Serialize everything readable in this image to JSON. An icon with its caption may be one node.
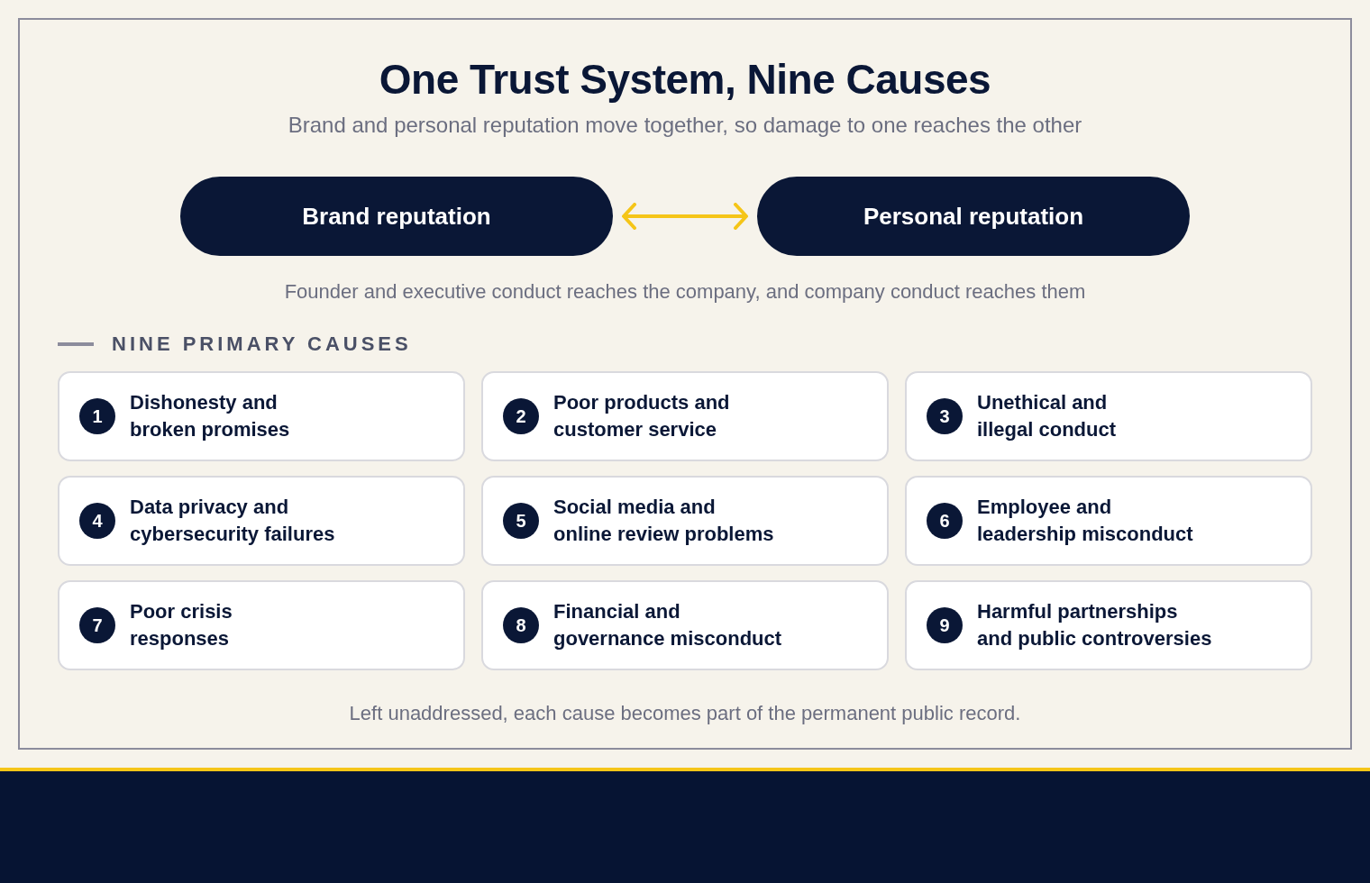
{
  "diagram": {
    "title": "One Trust System, Nine Causes",
    "nodes": [
      {
        "text": [
          "Brand reputation"
        ]
      },
      {
        "text": [
          "Personal reputation"
        ]
      },
      {
        "text": [
          "Dishonesty and broken promises"
        ]
      },
      {
        "text": [
          "1"
        ],
        "in": 2
      },
      {
        "text": [
          "Poor products and customer service"
        ]
      },
      {
        "text": [
          "2"
        ],
        "in": 4
      },
      {
        "text": [
          "Unethical and illegal conduct"
        ]
      },
      {
        "text": [
          "3"
        ],
        "in": 6
      },
      {
        "text": [
          "Data privacy and cybersecurity failures"
        ]
      },
      {
        "text": [
          "4"
        ],
        "in": 8
      },
      {
        "text": [
          "Social media and online review problems"
        ]
      },
      {
        "text": [
          "5"
        ],
        "in": 10
      },
      {
        "text": [
          "Employee and leadership misconduct"
        ]
      },
      {
        "text": [
          "6"
        ],
        "in": 12
      },
      {
        "text": [
          "Poor crisis responses"
        ]
      },
      {
        "text": [
          "7"
        ],
        "in": 14
      },
      {
        "text": [
          "Financial and governance misconduct"
        ]
      },
      {
        "text": [
          "8"
        ],
        "in": 16
      },
      {
        "text": [
          "Harmful partnerships and public controversies"
        ]
      },
      {
        "text": [
          "9"
        ],
        "in": 18
      }
    ],
    "edges": [
      {
        "from": 0,
        "to": 1,
        "arrow": "both",
        "color": "#f5c518"
      }
    ],
    "labels": [
      "Brand and personal reputation move together, so damage to one reaches the other",
      "Founder and executive conduct reaches the company, and company conduct reaches them",
      "NINE PRIMARY CAUSES",
      "Left unaddressed, each cause becomes part of the permanent public record."
    ]
  }
}
